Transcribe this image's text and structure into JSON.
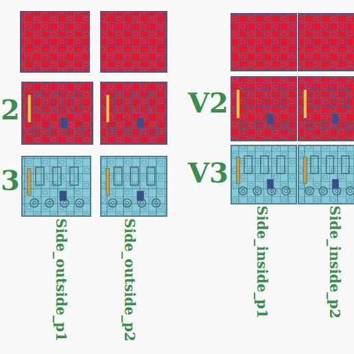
{
  "diagram": {
    "labels": [
      "2",
      "3",
      "V2",
      "V3",
      "Side_outside_p1",
      "Side_outside_p2",
      "Side_inside_p1",
      "Side_inside_p2"
    ]
  }
}
